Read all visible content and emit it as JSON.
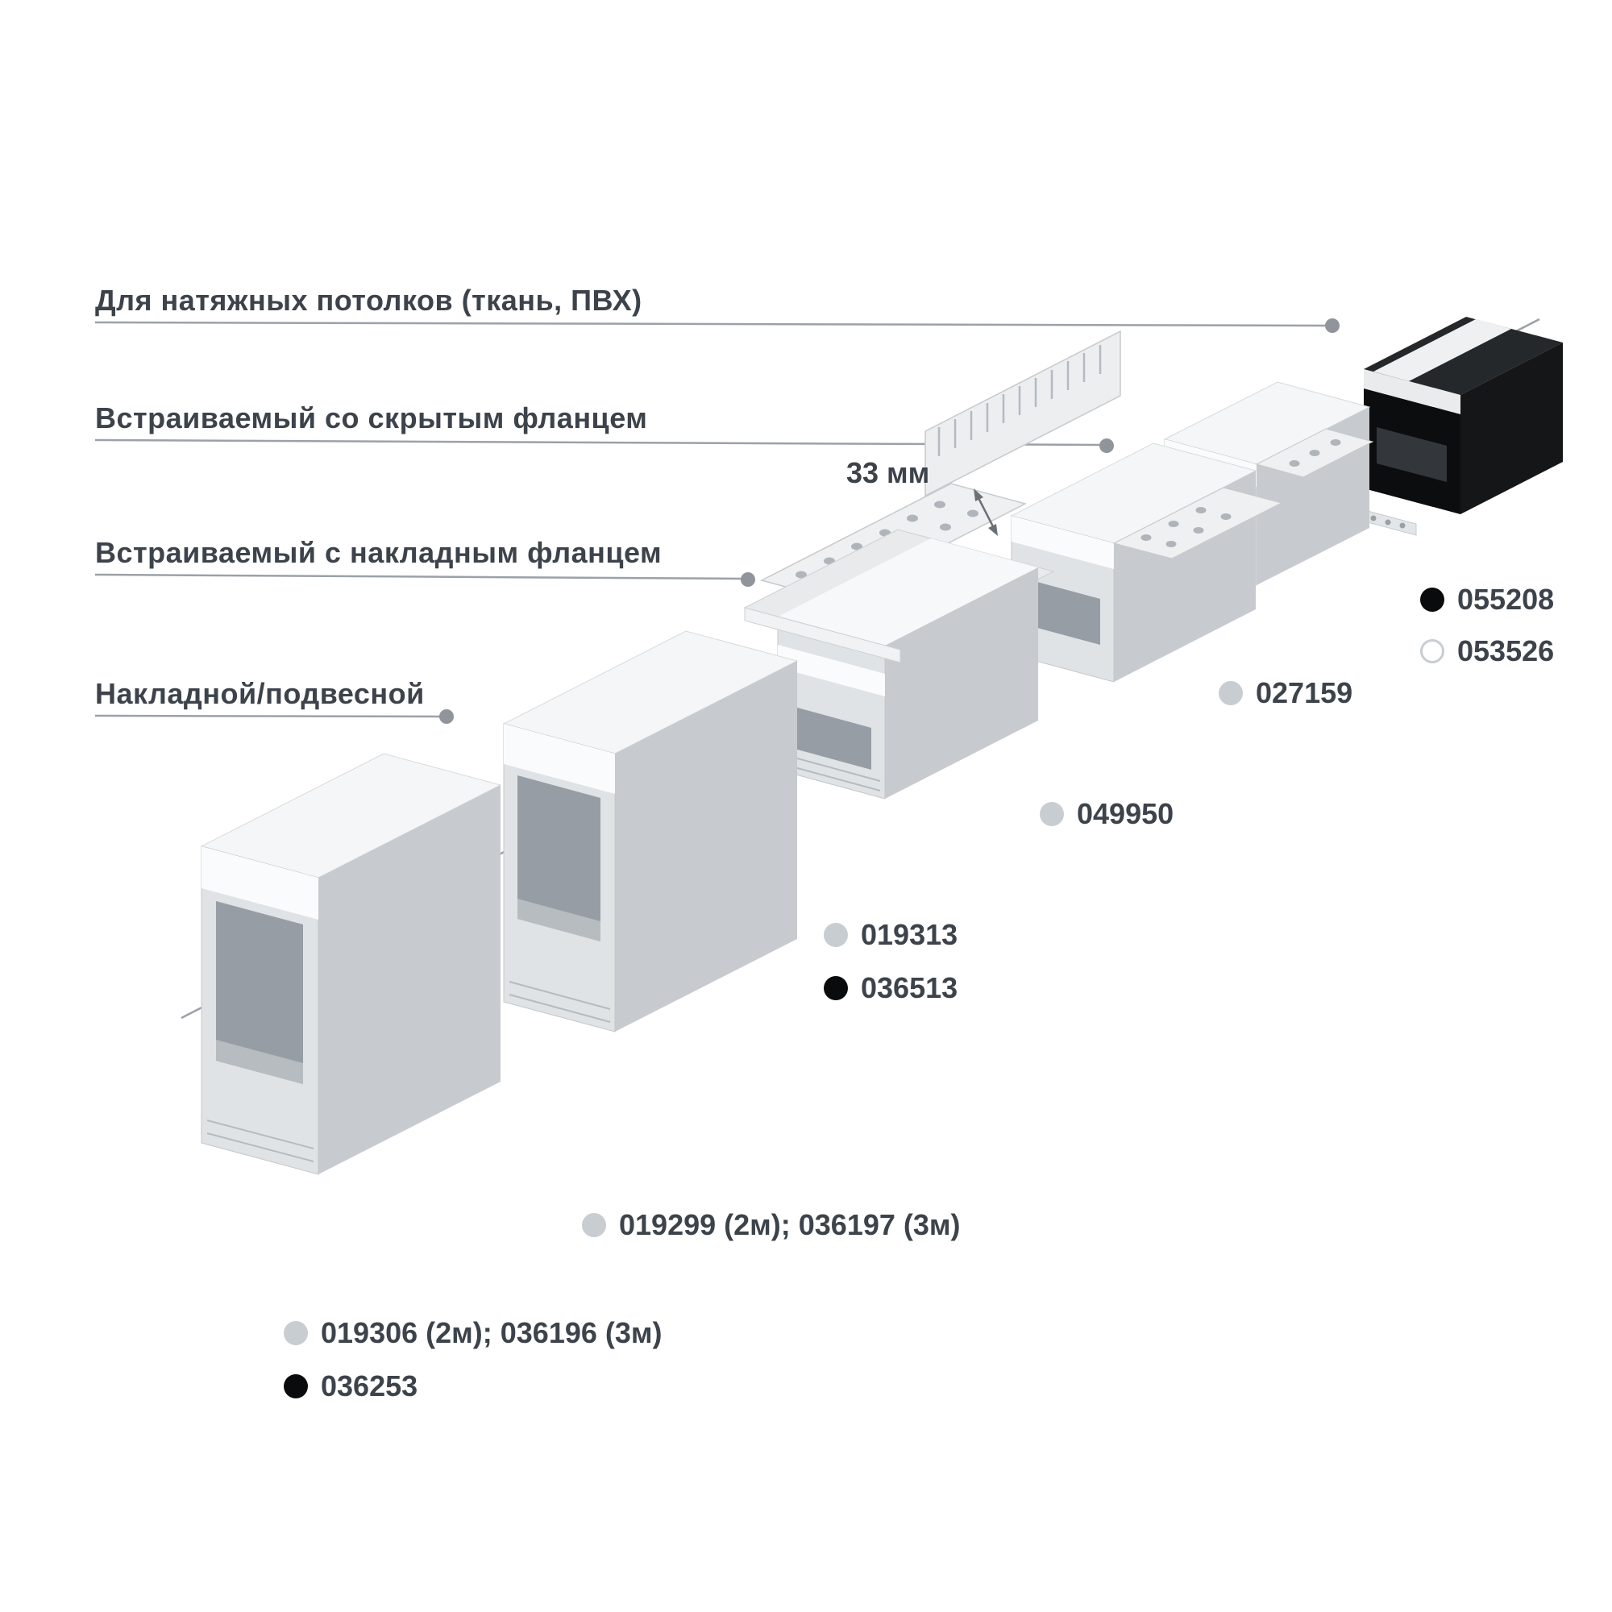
{
  "categories": [
    {
      "label": "Для натяжных потолков (ткань, ПВХ)"
    },
    {
      "label": "Встраиваемый со скрытым фланцем"
    },
    {
      "label": "Встраиваемый с накладным фланцем"
    },
    {
      "label": "Накладной/подвесной"
    }
  ],
  "dimension": {
    "label": "33 мм"
  },
  "products": [
    {
      "codes": [
        {
          "dot": "gray",
          "text": "019306 (2м); 036196 (3м)"
        },
        {
          "dot": "black",
          "text": "036253"
        }
      ]
    },
    {
      "codes": [
        {
          "dot": "gray",
          "text": "019299 (2м); 036197 (3м)"
        }
      ]
    },
    {
      "codes": [
        {
          "dot": "gray",
          "text": "019313"
        },
        {
          "dot": "black",
          "text": "036513"
        }
      ]
    },
    {
      "codes": [
        {
          "dot": "gray",
          "text": "049950"
        }
      ]
    },
    {
      "codes": [
        {
          "dot": "gray",
          "text": "027159"
        }
      ]
    },
    {
      "codes": [
        {
          "dot": "black",
          "text": "055208"
        },
        {
          "dot": "white",
          "text": "053526"
        }
      ]
    }
  ],
  "colors": {
    "text": "#3d434b",
    "leader_line": "#9ba1a7",
    "dot_gray": "#c8cdd2",
    "dot_black": "#0a0b0c",
    "dot_white_border": "#c8cdd2",
    "profile_body": "#e0e3e5",
    "profile_black": "#0c0d0e"
  }
}
